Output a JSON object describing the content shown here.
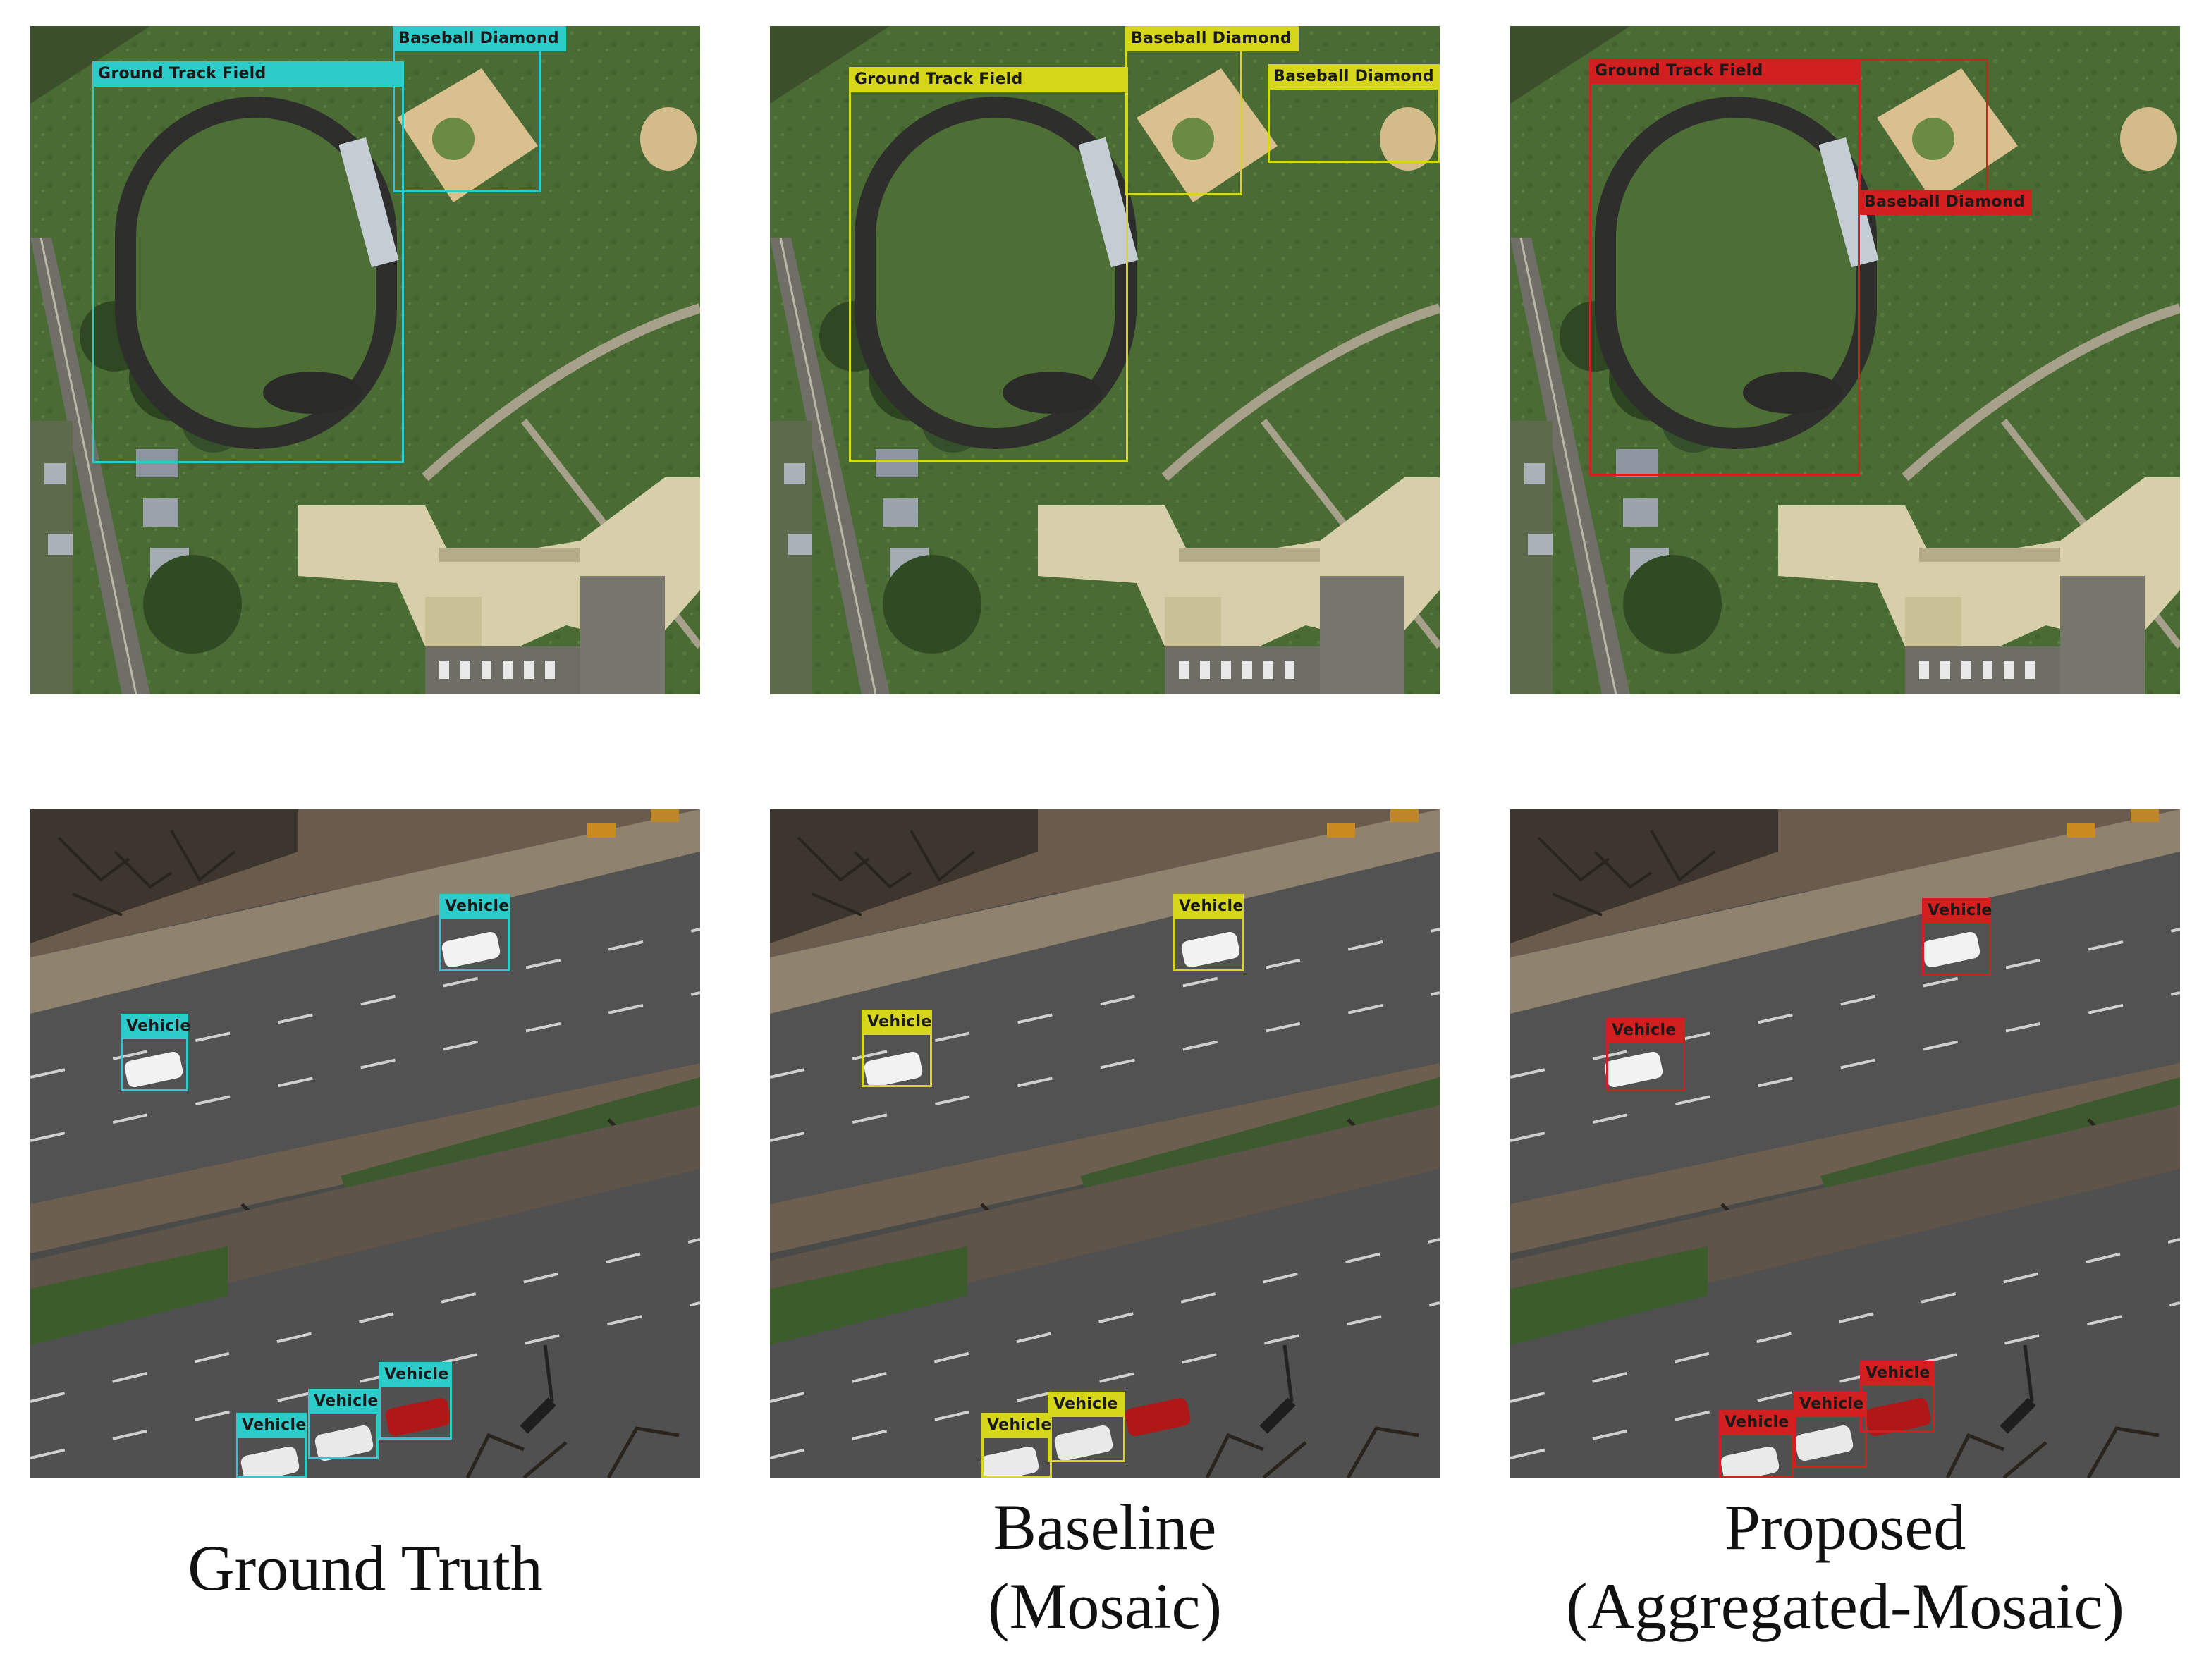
{
  "colors": {
    "ground_truth": "#2ecbcb",
    "baseline": "#d6d61a",
    "proposed": "#d21f1f"
  },
  "columns": [
    {
      "key": "gt",
      "caption_line1": "Ground Truth",
      "caption_line2": ""
    },
    {
      "key": "baseline",
      "caption_line1": "Baseline",
      "caption_line2": "(Mosaic)"
    },
    {
      "key": "proposed",
      "caption_line1": "Proposed",
      "caption_line2": "(Aggregated-Mosaic)"
    }
  ],
  "labels": {
    "gtf": "Ground Track Field",
    "bd": "Baseball Diamond",
    "vehicle": "Vehicle"
  },
  "row1": {
    "gt": {
      "gtf": "Ground Track Field",
      "bd1": "Baseball Diamond"
    },
    "baseline": {
      "gtf": "Ground Track Field",
      "bd1": "Baseball Diamond",
      "bd2": "Baseball Diamond"
    },
    "proposed": {
      "gtf": "Ground Track Field",
      "bd1": "Baseball Diamond"
    }
  },
  "row2": {
    "gt": [
      "Vehicle",
      "Vehicle",
      "Vehicle",
      "Vehicle",
      "Vehicle"
    ],
    "baseline": [
      "Vehicle",
      "Vehicle",
      "Vehicle",
      "Vehicle"
    ],
    "proposed": [
      "Vehicle",
      "Vehicle",
      "Vehicle",
      "Vehicle",
      "Vehicle"
    ]
  }
}
